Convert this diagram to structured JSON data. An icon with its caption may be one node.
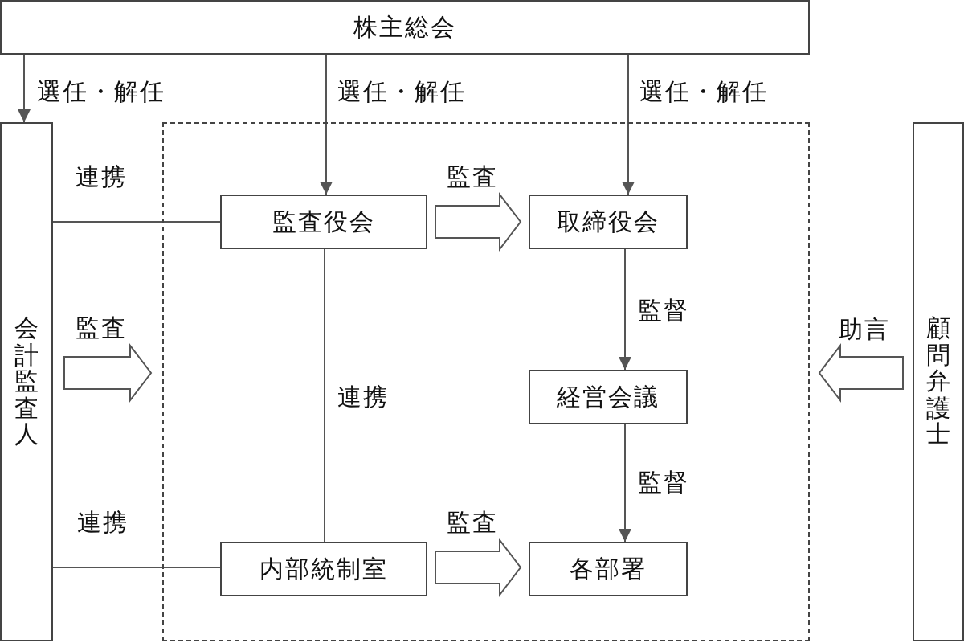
{
  "diagram": {
    "nodes": [
      {
        "text": [
          "株主総会"
        ]
      },
      {
        "text": [
          "会計監査人"
        ]
      },
      {
        "text": [],
        "shape": "box"
      },
      {
        "text": [
          "監査役会"
        ],
        "in": 2
      },
      {
        "text": [
          "取締役会"
        ],
        "in": 2
      },
      {
        "text": [
          "経営会議"
        ],
        "in": 2
      },
      {
        "text": [
          "内部統制室"
        ],
        "in": 2
      },
      {
        "text": [
          "各部署"
        ],
        "in": 2
      },
      {
        "text": [
          "顧問弁護士"
        ]
      }
    ],
    "edges": [
      {
        "from": 0,
        "to": 1,
        "arrow": "to",
        "label": "選任・解任"
      },
      {
        "from": 0,
        "to": 3,
        "arrow": "to",
        "label": "選任・解任"
      },
      {
        "from": 0,
        "to": 4,
        "arrow": "to",
        "label": "選任・解任"
      },
      {
        "from": 1,
        "to": 3,
        "arrow": "none",
        "label": "連携"
      },
      {
        "from": 3,
        "to": 4,
        "arrow": "to",
        "label": "監査",
        "style": "thick"
      },
      {
        "from": 1,
        "to": 2,
        "arrow": "to",
        "label": "監査",
        "style": "thick"
      },
      {
        "from": 3,
        "to": 6,
        "arrow": "none",
        "label": "連携"
      },
      {
        "from": 4,
        "to": 5,
        "arrow": "to",
        "label": "監督"
      },
      {
        "from": 8,
        "to": 2,
        "arrow": "to",
        "label": "助言",
        "style": "thick"
      },
      {
        "from": 1,
        "to": 6,
        "arrow": "none",
        "label": "連携"
      },
      {
        "from": 6,
        "to": 7,
        "arrow": "to",
        "label": "監査",
        "style": "thick"
      },
      {
        "from": 5,
        "to": 7,
        "arrow": "to",
        "label": "監督"
      }
    ]
  }
}
